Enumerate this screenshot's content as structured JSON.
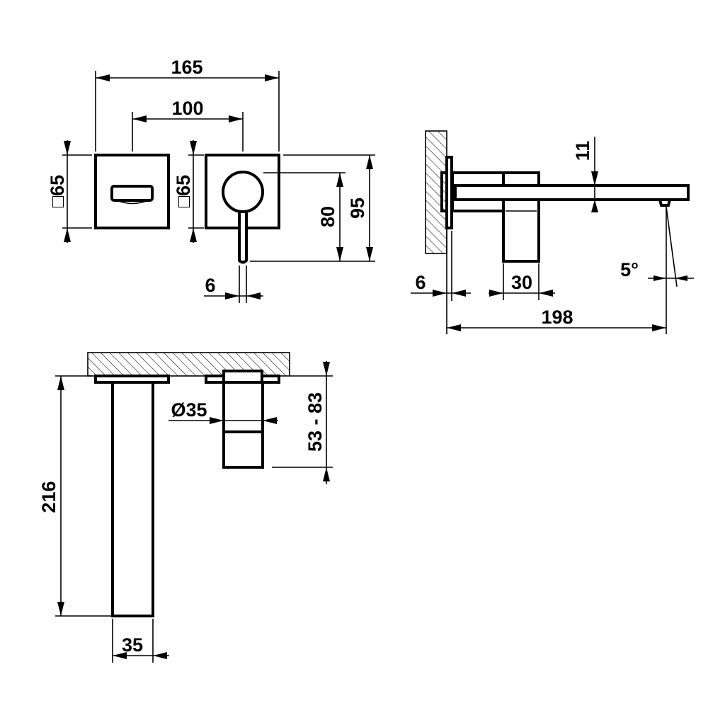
{
  "dimensions": {
    "front_overall_width": "165",
    "front_handle_offset": "100",
    "plate_square_left": "□65",
    "plate_square_right": "□65",
    "front_height_80": "80",
    "front_height_95": "95",
    "lever_width": "6",
    "side_spout_thickness": "11",
    "side_plate_thickness": "6",
    "side_body_width": "30",
    "side_spout_angle": "5°",
    "side_total_projection": "198",
    "top_spout_length": "216",
    "top_cartridge_diameter": "Ø35",
    "top_wall_depth_range": "53 - 83",
    "top_spout_width": "35"
  }
}
